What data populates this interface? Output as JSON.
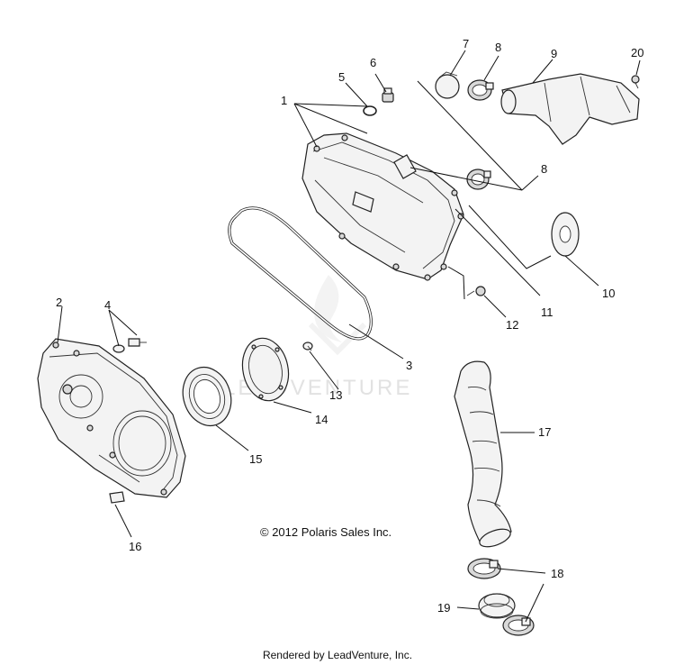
{
  "watermark": "LEADVENTURE",
  "copyright": "© 2012 Polaris Sales Inc.",
  "footer": "Rendered by LeadVenture, Inc.",
  "callouts": {
    "c1": "1",
    "c2": "2",
    "c3": "3",
    "c4": "4",
    "c5": "5",
    "c6": "6",
    "c7": "7",
    "c8a": "8",
    "c8b": "8",
    "c9": "9",
    "c10": "10",
    "c11": "11",
    "c12": "12",
    "c13": "13",
    "c14": "14",
    "c15": "15",
    "c16": "16",
    "c17": "17",
    "c18": "18",
    "c19": "19",
    "c20": "20"
  }
}
